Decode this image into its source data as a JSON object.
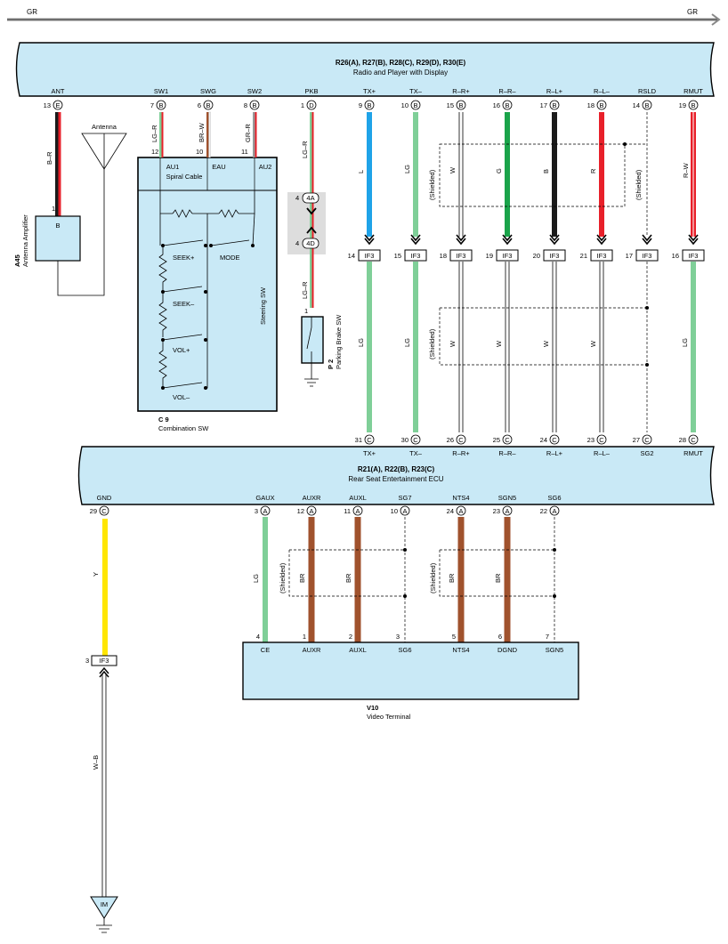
{
  "top_bus": {
    "left": "GR",
    "right": "GR"
  },
  "radio": {
    "title_line1": "R26(A), R27(B), R28(C), R29(D), R30(E)",
    "title_line2": "Radio and Player with Display",
    "pins": [
      {
        "label": "ANT",
        "num": "13",
        "conn": "E"
      },
      {
        "label": "SW1",
        "num": "7",
        "conn": "B"
      },
      {
        "label": "SWG",
        "num": "6",
        "conn": "B"
      },
      {
        "label": "SW2",
        "num": "8",
        "conn": "B"
      },
      {
        "label": "PKB",
        "num": "1",
        "conn": "D"
      },
      {
        "label": "TX+",
        "num": "9",
        "conn": "B"
      },
      {
        "label": "TX–",
        "num": "10",
        "conn": "B"
      },
      {
        "label": "R–R+",
        "num": "15",
        "conn": "B"
      },
      {
        "label": "R–R–",
        "num": "16",
        "conn": "B"
      },
      {
        "label": "R–L+",
        "num": "17",
        "conn": "B"
      },
      {
        "label": "R–L–",
        "num": "18",
        "conn": "B"
      },
      {
        "label": "RSLD",
        "num": "14",
        "conn": "B"
      },
      {
        "label": "RMUT",
        "num": "19",
        "conn": "B"
      }
    ]
  },
  "antenna": {
    "label": "Antenna",
    "amp_pin": "B",
    "amp_pin_num": "1",
    "amp_code": "A45",
    "amp_name": "Antenna Amplifier",
    "wire": "B–R"
  },
  "combination_sw": {
    "code": "C 9",
    "name": "Combination SW",
    "pins": [
      {
        "label": "AU1",
        "num": "12",
        "wire": "LG–R"
      },
      {
        "label": "EAU",
        "num": "10",
        "wire": "BR–W"
      },
      {
        "label": "AU2",
        "num": "11",
        "wire": "GR–R"
      }
    ],
    "spiral": "Spiral Cable",
    "steering": "Steering SW",
    "switches": [
      "SEEK+",
      "MODE",
      "SEEK–",
      "VOL+",
      "VOL–"
    ]
  },
  "parking": {
    "wire": "LG–R",
    "junction_top": "4A",
    "junction_bottom": "4D",
    "junction_num": "4",
    "pin": "1",
    "code": "P 2",
    "name": "Parking Brake SW"
  },
  "if3_upper": {
    "wires_top": [
      "L",
      "LG",
      "W",
      "G",
      "B",
      "R",
      "(Shielded)"
    ],
    "wires_bottom": [
      "LG",
      "LG",
      "W",
      "W",
      "W",
      "W",
      "LG"
    ],
    "pins": [
      "14",
      "15",
      "18",
      "19",
      "20",
      "21",
      "17",
      "16"
    ],
    "label": "IF3",
    "rmut_wire": "R–W",
    "shielded": "(Shielded)"
  },
  "rse_ecu": {
    "title_line1": "R21(A), R22(B), R23(C)",
    "title_line2": "Rear Seat Entertainment ECU",
    "top_pins": [
      {
        "label": "TX+",
        "num": "31",
        "conn": "C"
      },
      {
        "label": "TX–",
        "num": "30",
        "conn": "C"
      },
      {
        "label": "R–R+",
        "num": "26",
        "conn": "C"
      },
      {
        "label": "R–R–",
        "num": "25",
        "conn": "C"
      },
      {
        "label": "R–L+",
        "num": "24",
        "conn": "C"
      },
      {
        "label": "R–L–",
        "num": "23",
        "conn": "C"
      },
      {
        "label": "SG2",
        "num": "27",
        "conn": "C"
      },
      {
        "label": "RMUT",
        "num": "28",
        "conn": "C"
      }
    ],
    "bottom_pins": [
      {
        "label": "GND",
        "num": "29",
        "conn": "C"
      },
      {
        "label": "GAUX",
        "num": "3",
        "conn": "A"
      },
      {
        "label": "AUXR",
        "num": "12",
        "conn": "A"
      },
      {
        "label": "AUXL",
        "num": "11",
        "conn": "A"
      },
      {
        "label": "SG7",
        "num": "10",
        "conn": "A"
      },
      {
        "label": "NTS4",
        "num": "24",
        "conn": "A"
      },
      {
        "label": "SGN5",
        "num": "23",
        "conn": "A"
      },
      {
        "label": "SG6",
        "num": "22",
        "conn": "A"
      }
    ]
  },
  "video": {
    "code": "V10",
    "name": "Video Terminal",
    "pins": [
      {
        "label": "CE",
        "num": "4",
        "wire": "LG"
      },
      {
        "label": "AUXR",
        "num": "1",
        "wire": "BR"
      },
      {
        "label": "AUXL",
        "num": "2",
        "wire": "BR"
      },
      {
        "label": "SG6",
        "num": "3",
        "wire": ""
      },
      {
        "label": "NTS4",
        "num": "5",
        "wire": "BR"
      },
      {
        "label": "DGND",
        "num": "6",
        "wire": "BR"
      },
      {
        "label": "SGN5",
        "num": "7",
        "wire": ""
      }
    ],
    "shielded": "(Shielded)"
  },
  "ground": {
    "wire_top": "Y",
    "if3_pin": "3",
    "if3_label": "IF3",
    "wire_bottom": "W–B",
    "ground_label": "IM"
  },
  "colors": {
    "block_fill": "#c9e9f6",
    "wire_L": "#1fa3e8",
    "wire_LG": "#7fcf98",
    "wire_G": "#1aa34a",
    "wire_B": "#1a1a1a",
    "wire_R": "#e8202a",
    "wire_BR": "#a0522d",
    "wire_Y": "#ffe600"
  }
}
